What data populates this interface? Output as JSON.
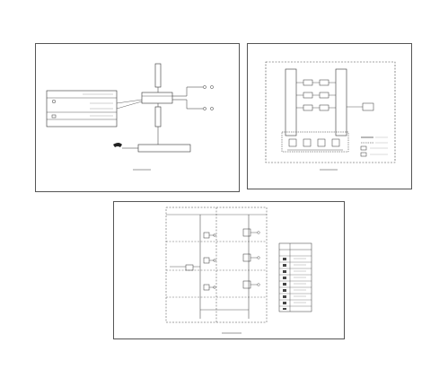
{
  "sheets": [
    {
      "id": "sheet-1",
      "caption": "",
      "notes": [
        "",
        "",
        ""
      ]
    },
    {
      "id": "sheet-2",
      "caption": "",
      "labels": [
        "",
        "",
        "",
        ""
      ]
    },
    {
      "id": "sheet-3",
      "caption": "",
      "column_headers": [
        "",
        ""
      ],
      "legend_rows": 11
    }
  ],
  "colors": {
    "line": "#333333",
    "border": "#555555",
    "background": "#ffffff"
  }
}
